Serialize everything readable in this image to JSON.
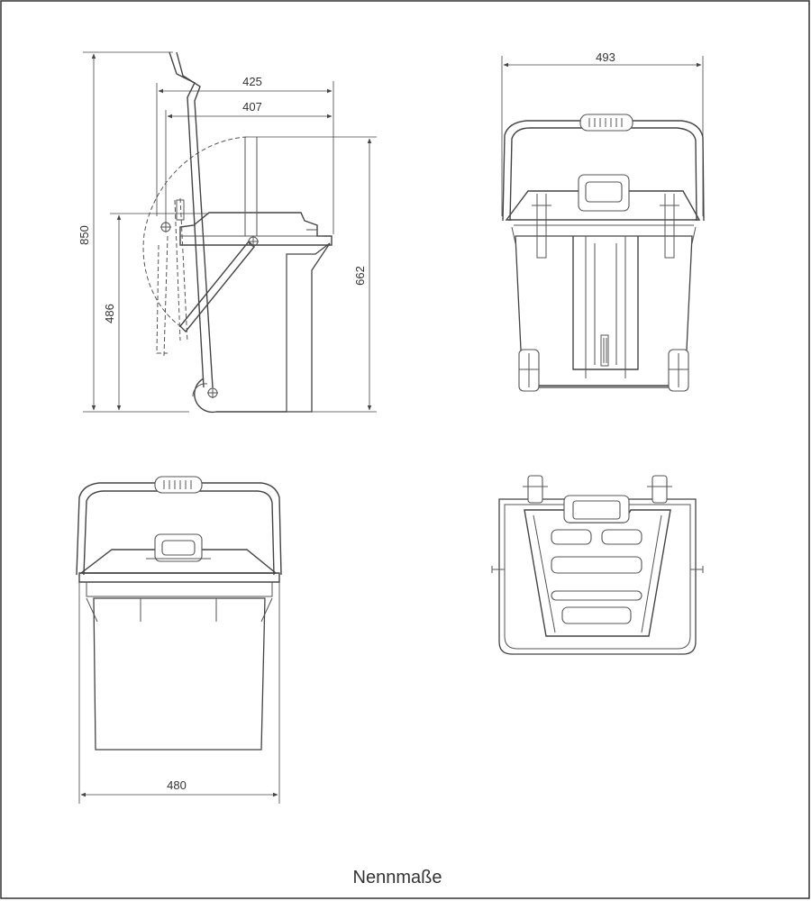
{
  "drawing": {
    "caption": "Nennmaße",
    "side_view": {
      "height_total": "850",
      "width_upper": "425",
      "width_lower": "407",
      "height_rim": "486",
      "height_body": "662"
    },
    "front_view": {
      "width": "493"
    },
    "back_view": {
      "width": "480"
    }
  }
}
